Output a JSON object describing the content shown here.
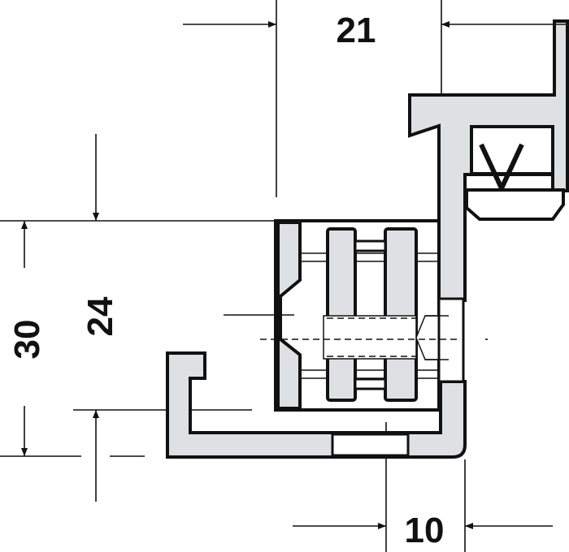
{
  "drawing": {
    "dimensions": [
      {
        "id": "width-top",
        "label": "21"
      },
      {
        "id": "height-total",
        "label": "30"
      },
      {
        "id": "height-inner",
        "label": "24"
      },
      {
        "id": "width-bottom",
        "label": "10"
      }
    ]
  },
  "colors": {
    "fill": "#dfe0e1",
    "line": "#111111"
  }
}
